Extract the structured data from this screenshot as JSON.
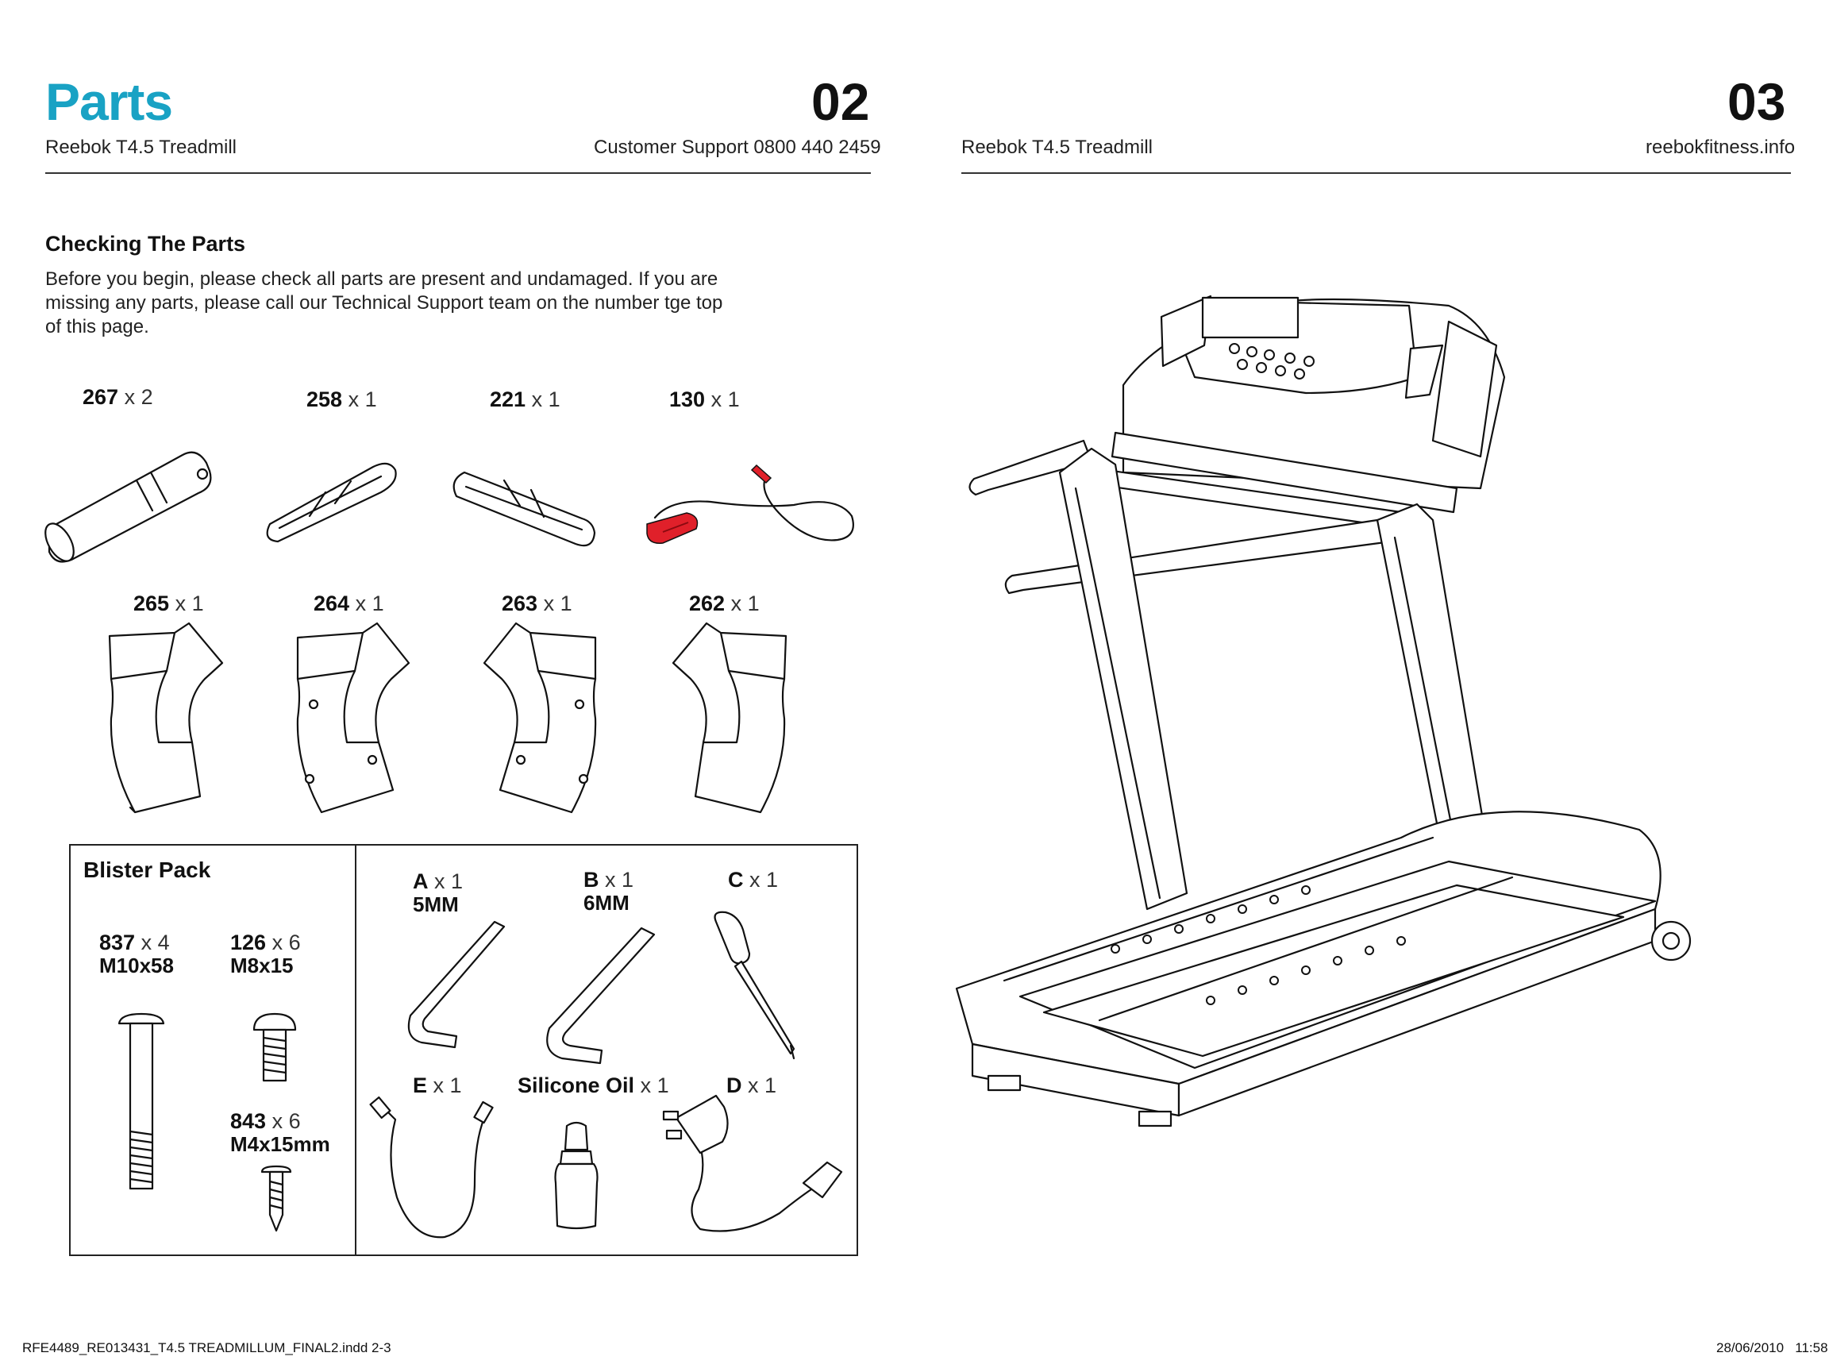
{
  "left_page": {
    "title": "Parts",
    "page_number": "02",
    "product": "Reebok T4.5 Treadmill",
    "support": "Customer Support 0800 440 2459"
  },
  "right_page": {
    "page_number": "03",
    "product": "Reebok T4.5 Treadmill",
    "website": "reebokfitness.info"
  },
  "section": {
    "heading": "Checking The Parts",
    "intro": "Before you begin, please check all parts are present and undamaged. If you are missing any parts, please call our Technical Support team on the number tge top of this page."
  },
  "parts_row1": [
    {
      "num": "267",
      "qty": "x 2"
    },
    {
      "num": "258",
      "qty": "x 1"
    },
    {
      "num": "221",
      "qty": "x 1"
    },
    {
      "num": "130",
      "qty": "x 1"
    }
  ],
  "parts_row2": [
    {
      "num": "265",
      "qty": "x 1"
    },
    {
      "num": "264",
      "qty": "x 1"
    },
    {
      "num": "263",
      "qty": "x 1"
    },
    {
      "num": "262",
      "qty": "x 1"
    }
  ],
  "blister": {
    "title": "Blister Pack",
    "bolts": [
      {
        "num": "837",
        "qty": "x 4",
        "spec": "M10x58"
      },
      {
        "num": "126",
        "qty": "x 6",
        "spec": "M8x15"
      },
      {
        "num": "843",
        "qty": "x 6",
        "spec": "M4x15mm"
      }
    ]
  },
  "tools": [
    {
      "num": "A",
      "qty": "x 1",
      "spec": "5MM"
    },
    {
      "num": "B",
      "qty": "x 1",
      "spec": "6MM"
    },
    {
      "num": "C",
      "qty": "x 1",
      "spec": ""
    },
    {
      "num": "E",
      "qty": "x 1",
      "spec": ""
    },
    {
      "num": "Silicone Oil",
      "qty": "x 1",
      "spec": ""
    },
    {
      "num": "D",
      "qty": "x 1",
      "spec": ""
    }
  ],
  "footer": {
    "file": "RFE4489_RE013431_T4.5 TREADMILLUM_FINAL2.indd   2-3",
    "date": "28/06/2010   11:58"
  },
  "colors": {
    "title": "#19a2c4",
    "clip": "#e0202a",
    "text": "#111111"
  }
}
